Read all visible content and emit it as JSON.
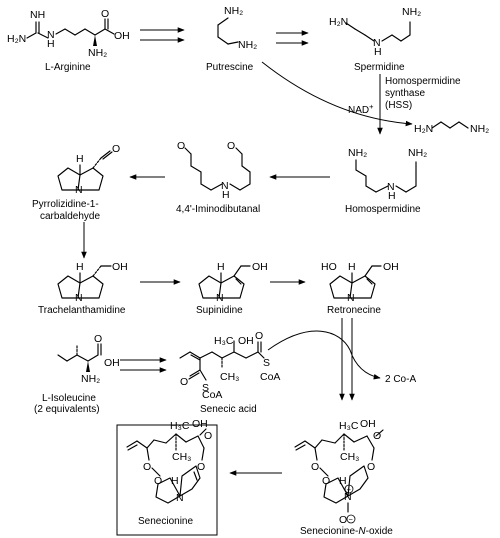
{
  "compounds": {
    "arginine": "L-Arginine",
    "putrescine": "Putrescine",
    "spermidine": "Spermidine",
    "homospermidine": "Homospermidine",
    "iminodibutanal": "4,4'-Iminodibutanal",
    "pyrrolizidine_1": "Pyrrolizidine-1-",
    "pyrrolizidine_2": "carbaldehyde",
    "trachelanthamidine": "Trachelanthamidine",
    "supinidine": "Supinidine",
    "retronecine": "Retronecine",
    "isoleucine": "L-Isoleucine",
    "isoleucine_note": "(2 equivalents)",
    "senecic_acid": "Senecic acid",
    "senecionine": "Senecionine",
    "n_oxide_prefix": "Senecionine-",
    "n_oxide_n": "N",
    "n_oxide_suffix": "-oxide"
  },
  "enzyme": {
    "line1": "Homospermidine",
    "line2": "synthase",
    "line3": "(HSS)"
  },
  "cofactors": {
    "nad": "NAD",
    "nad_charge": "+",
    "coa_release": "2 Co-A"
  }
}
